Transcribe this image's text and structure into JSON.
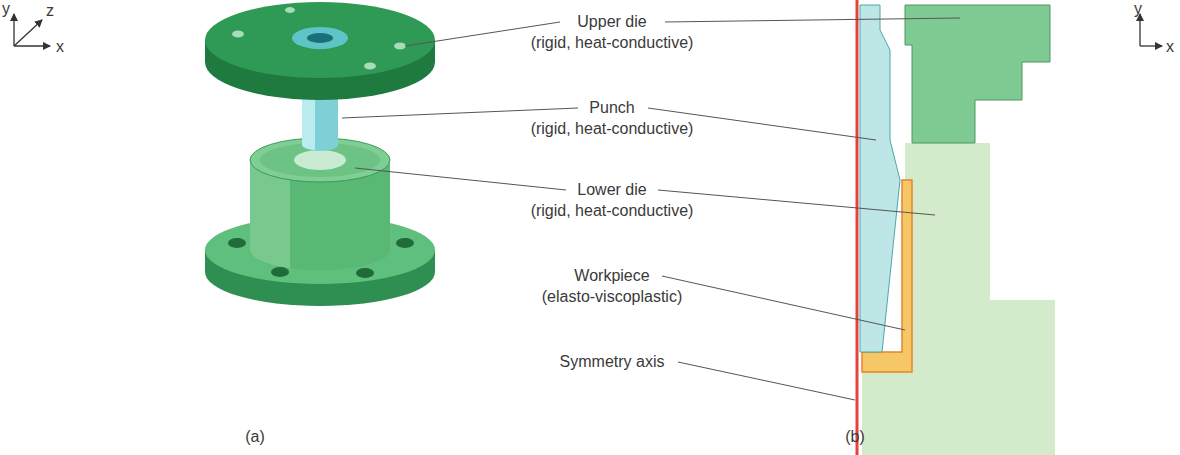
{
  "diagram": {
    "labels": [
      "y",
      "z",
      "x",
      "Upper die",
      "(rigid, heat-conductive)",
      "Punch",
      "(rigid, heat-conductive)",
      "Lower die",
      "(rigid, heat-conductive)",
      "Workpiece",
      "(elasto-viscoplastic)",
      "Symmetry axis",
      "(a)",
      "(b)",
      "y",
      "x"
    ]
  }
}
